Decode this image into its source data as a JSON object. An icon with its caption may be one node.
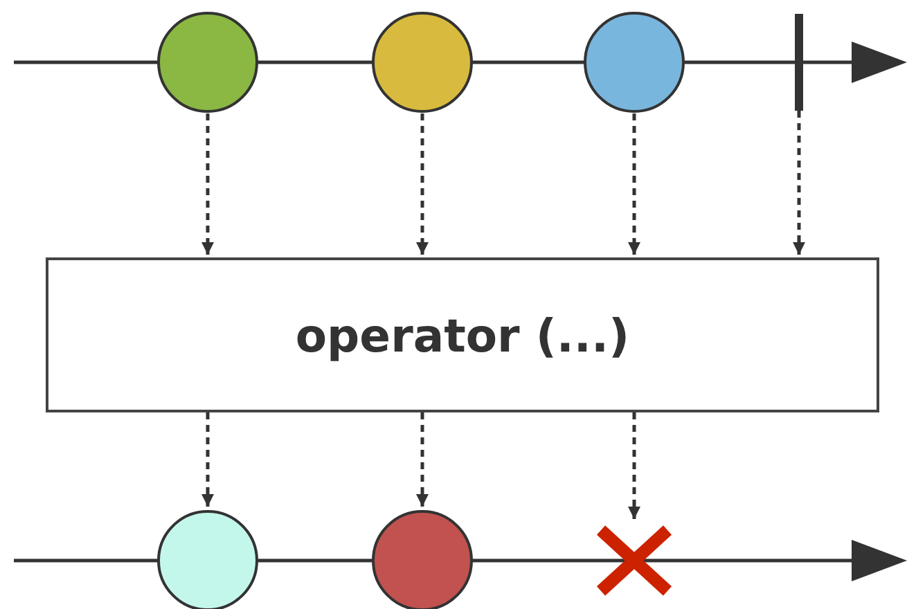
{
  "diagram": {
    "nodes": [
      {
        "text": [],
        "shape": "circle"
      },
      {
        "text": [],
        "shape": "circle"
      },
      {
        "text": [],
        "shape": "circle"
      },
      {
        "text": [],
        "shape": "bar"
      },
      {
        "text": [
          "operator (...)"
        ]
      },
      {
        "text": [],
        "shape": "circle"
      },
      {
        "text": [],
        "shape": "circle"
      },
      {
        "text": [],
        "shape": "cross"
      }
    ],
    "edges": [
      {
        "from": 0,
        "to": 4,
        "arrow": "to",
        "style": "dashed"
      },
      {
        "from": 1,
        "to": 4,
        "arrow": "to",
        "style": "dashed"
      },
      {
        "from": 2,
        "to": 4,
        "arrow": "to",
        "style": "dashed"
      },
      {
        "from": 3,
        "to": 4,
        "arrow": "to",
        "style": "dashed"
      },
      {
        "from": 4,
        "to": 5,
        "arrow": "to",
        "style": "dashed"
      },
      {
        "from": 4,
        "to": 6,
        "arrow": "to",
        "style": "dashed"
      },
      {
        "from": 4,
        "to": 7,
        "arrow": "to",
        "style": "dashed"
      }
    ]
  }
}
